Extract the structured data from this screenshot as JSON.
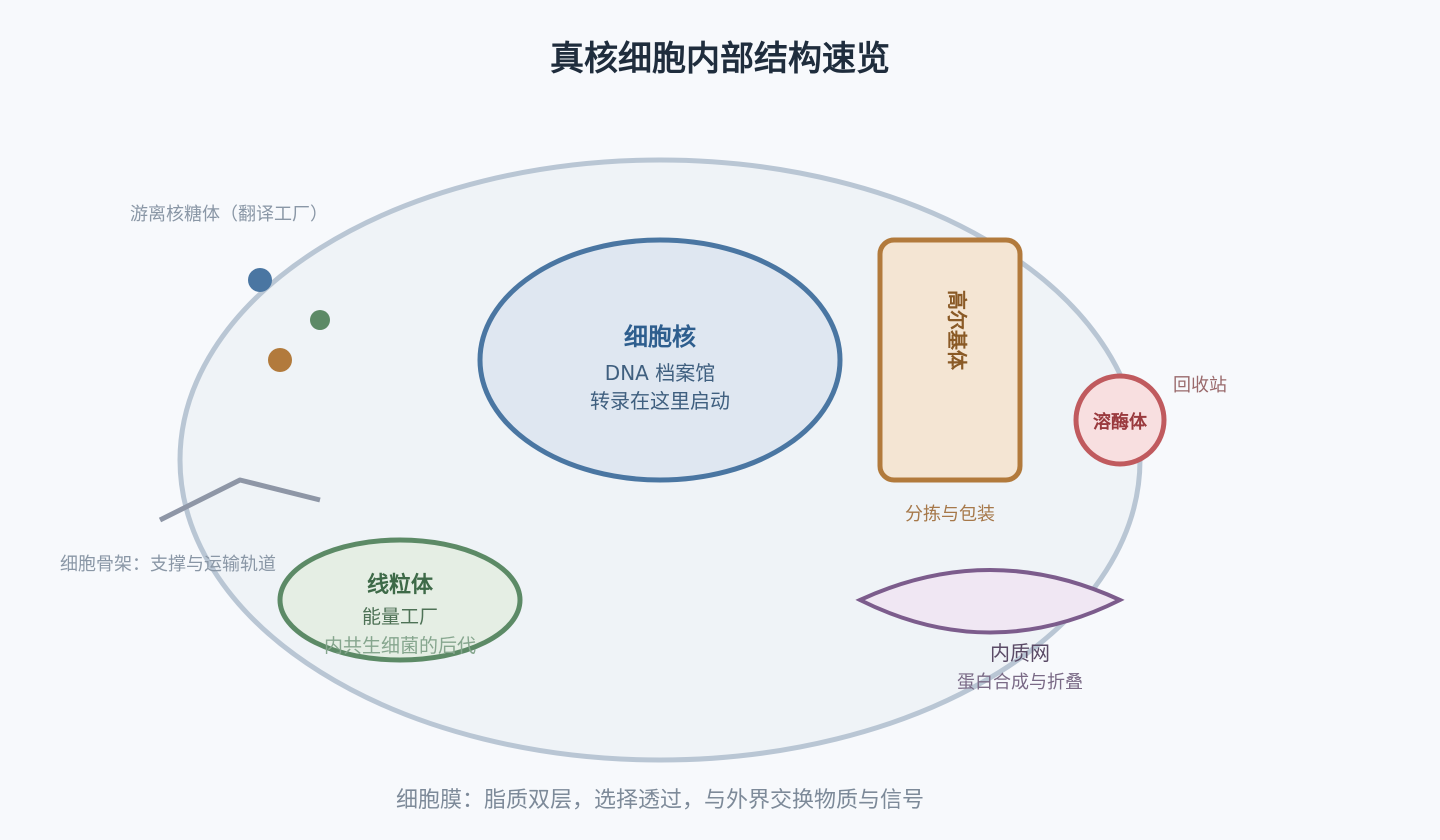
{
  "title": "真核细胞内部结构速览",
  "membrane": {
    "label": "细胞膜：脂质双层，选择透过，与外界交换物质与信号"
  },
  "ribosomes": {
    "label": "游离核糖体（翻译工厂）"
  },
  "nucleus": {
    "name": "细胞核",
    "line1": "DNA 档案馆",
    "line2": "转录在这里启动"
  },
  "golgi": {
    "name": "高尔基体",
    "caption": "分拣与包装"
  },
  "lysosome": {
    "name": "溶酶体",
    "caption": "回收站"
  },
  "cytoskeleton": {
    "label": "细胞骨架：支撑与运输轨道"
  },
  "mitochondrion": {
    "name": "线粒体",
    "line1": "能量工厂",
    "line2": "内共生细菌的后代"
  },
  "er": {
    "name": "内质网",
    "caption": "蛋白合成与折叠"
  },
  "colors": {
    "background": "#f7f9fc",
    "cell_fill": "#eff3f7",
    "cell_stroke": "#b9c6d4",
    "nucleus_fill": "#dfe7f1",
    "nucleus_stroke": "#4a76a2",
    "golgi_fill": "#f4e5d3",
    "golgi_stroke": "#b27a3c",
    "lysosome_fill": "#f8dfe0",
    "lysosome_stroke": "#c05a5e",
    "mito_fill": "#e5eee4",
    "mito_stroke": "#5c8a66",
    "er_fill": "#f0e7f3",
    "er_stroke": "#7c5c8c",
    "cytoskeleton": "#8e96a6",
    "ribosome_blue": "#4a76a2",
    "ribosome_green": "#5c8a66",
    "ribosome_orange": "#b27a3c"
  }
}
